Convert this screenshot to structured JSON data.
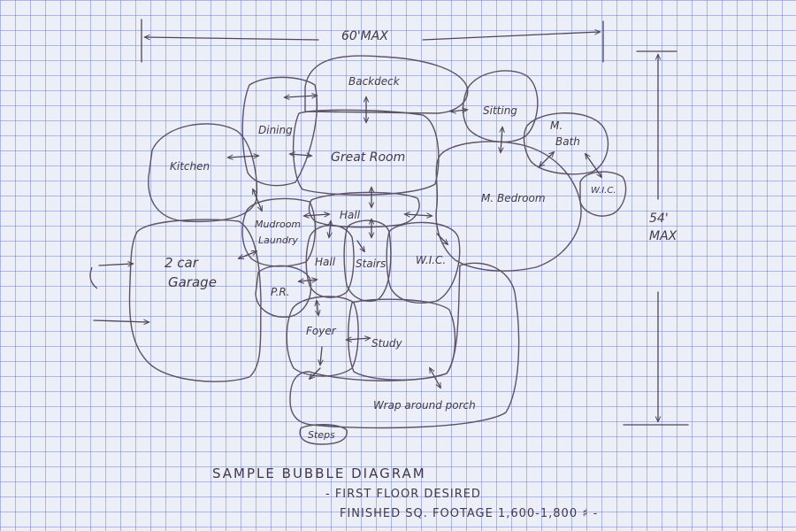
{
  "dimensions": {
    "width_label": "60'MAX",
    "depth_value": "54'",
    "depth_unit": "MAX"
  },
  "rooms": {
    "back_deck": "Backdeck",
    "dining": "Dining",
    "great_room": "Great Room",
    "kitchen": "Kitchen",
    "sitting": "Sitting",
    "master_bath_line1": "M.",
    "master_bath_line2": "Bath",
    "master_wic": "W.I.C.",
    "master_bedroom": "M. Bedroom",
    "mudroom_line1": "Mudroom",
    "mudroom_line2": "Laundry",
    "hall_upper": "Hall",
    "hall_lower": "Hall",
    "stairs": "Stairs",
    "wic": "W.I.C.",
    "garage_line1": "2 car",
    "garage_line2": "Garage",
    "powder_room": "P.R.",
    "foyer": "Foyer",
    "study": "Study",
    "porch": "Wrap around porch",
    "steps": "Steps"
  },
  "caption": {
    "title": "SAMPLE BUBBLE DIAGRAM",
    "line1": "- FIRST FLOOR DESIRED",
    "line2": "FINISHED SQ. FOOTAGE 1,600-1,800 ♯ -"
  },
  "colors": {
    "paper": "#eceef8",
    "grid": "#7887d7",
    "ink": "#4d4658"
  }
}
